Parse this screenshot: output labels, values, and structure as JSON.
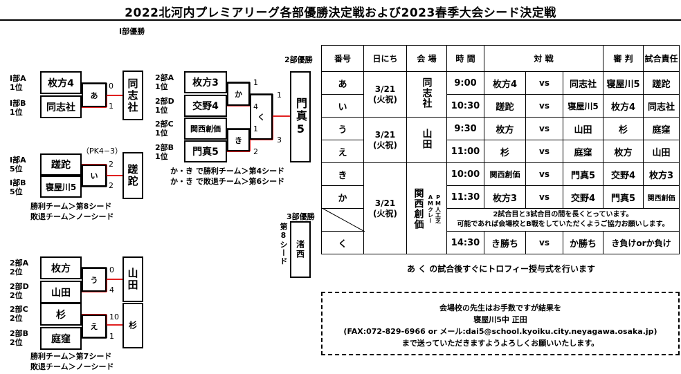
{
  "title": "2022北河内プレミアリーグ各部優勝決定戦および2023春季大会シード決定戦",
  "div1": {
    "header": "Ⅰ部優勝",
    "seedA": "Ⅰ部A\n1位",
    "seedB": "Ⅰ部B\n1位",
    "team1": "枚方4",
    "team2": "同志社",
    "match": "あ",
    "s1": "0",
    "s2": "1",
    "winner": "同志社"
  },
  "div1_5th": {
    "seedA": "Ⅰ部A\n5位",
    "seedB": "Ⅰ部B\n5位",
    "team1": "蹉跎",
    "team2": "寝屋川5",
    "match": "い",
    "pk": "（PK4−3）",
    "s1": "2",
    "s2": "2",
    "winner": "蹉跎",
    "note": "勝利チーム＞第8シード\n敗退チーム＞ノーシード"
  },
  "div2": {
    "header": "2部優勝",
    "seedA": "2部A\n1位",
    "seedD": "2部D\n1位",
    "seedC": "2部C\n1位",
    "seedB": "2部B\n1位",
    "team1": "枚方3",
    "team2": "交野4",
    "team3": "関西創価",
    "team4": "門真5",
    "matchKa": "か",
    "matchKi": "き",
    "matchKu": "く",
    "sa": "1",
    "sb": "4",
    "sc": "1",
    "sd": "2",
    "sk1": "1",
    "sk2": "3",
    "winner": "門真5",
    "note": "か・き で勝利チーム＞第4シード\nか・き で敗退チーム＞第6シード"
  },
  "div3": {
    "header": "3部優勝",
    "seed": "第8シード",
    "winner": "渚西"
  },
  "div2_2nd": {
    "seedA": "2部A\n2位",
    "seedD": "2部D\n2位",
    "seedC": "2部C\n2位",
    "seedB": "2部B\n2位",
    "team1": "枚方",
    "team2": "山田",
    "team3": "杉",
    "team4": "庭窪",
    "matchU": "う",
    "matchE": "え",
    "su1": "0",
    "su2": "4",
    "se1": "10",
    "se2": "1",
    "winnerU": "山田",
    "winnerE": "杉",
    "note": "勝利チーム＞第7シード\n敗退チーム＞ノーシード"
  },
  "schedule": {
    "headers": [
      "番号",
      "日にち",
      "会 場",
      "時 間",
      "対 戦",
      "審 判",
      "試合責任"
    ],
    "date": "3/21\n(火祝)",
    "venues": [
      "同志社",
      "山田",
      "関西創価"
    ],
    "venue_note": "PM人工芝\nAMクレー",
    "vs": "vs",
    "rows": [
      {
        "no": "あ",
        "time": "9:00",
        "t1": "枚方4",
        "t2": "同志社",
        "ref": "寝屋川5",
        "resp": "蹉跎"
      },
      {
        "no": "い",
        "time": "10:30",
        "t1": "蹉跎",
        "t2": "寝屋川5",
        "ref": "枚方4",
        "resp": "同志社"
      },
      {
        "no": "う",
        "time": "9:30",
        "t1": "枚方",
        "t2": "山田",
        "ref": "杉",
        "resp": "庭窪"
      },
      {
        "no": "え",
        "time": "11:00",
        "t1": "杉",
        "t2": "庭窪",
        "ref": "枚方",
        "resp": "山田"
      },
      {
        "no": "き",
        "time": "10:00",
        "t1": "関西創価",
        "t2": "門真5",
        "ref": "交野4",
        "resp": "枚方3"
      },
      {
        "no": "か",
        "time": "11:30",
        "t1": "枚方3",
        "t2": "交野4",
        "ref": "門真5",
        "resp": "関西創価"
      },
      {
        "no": "く",
        "time": "14:30",
        "t1": "き勝ち",
        "t2": "か勝ち",
        "ref": "き負けorか負け",
        "resp": ""
      }
    ],
    "notice": "2試合目と3試合目の間を長くとっています。\n可能であれば会場校とB戦をしていただくようご協力お願いします。",
    "trophy": "あ く の試合後すぐにトロフィー授与式を行います"
  },
  "contact": {
    "line1": "会場校の先生はお手数ですが結果を",
    "line2": "寝屋川5中 正田",
    "line3": "(FAX:072-829-6966 or メール:dai5@school.kyoiku.city.neyagawa.osaka.jp)",
    "line4": "まで送っていただきますようよろしくお願いいたします。"
  }
}
